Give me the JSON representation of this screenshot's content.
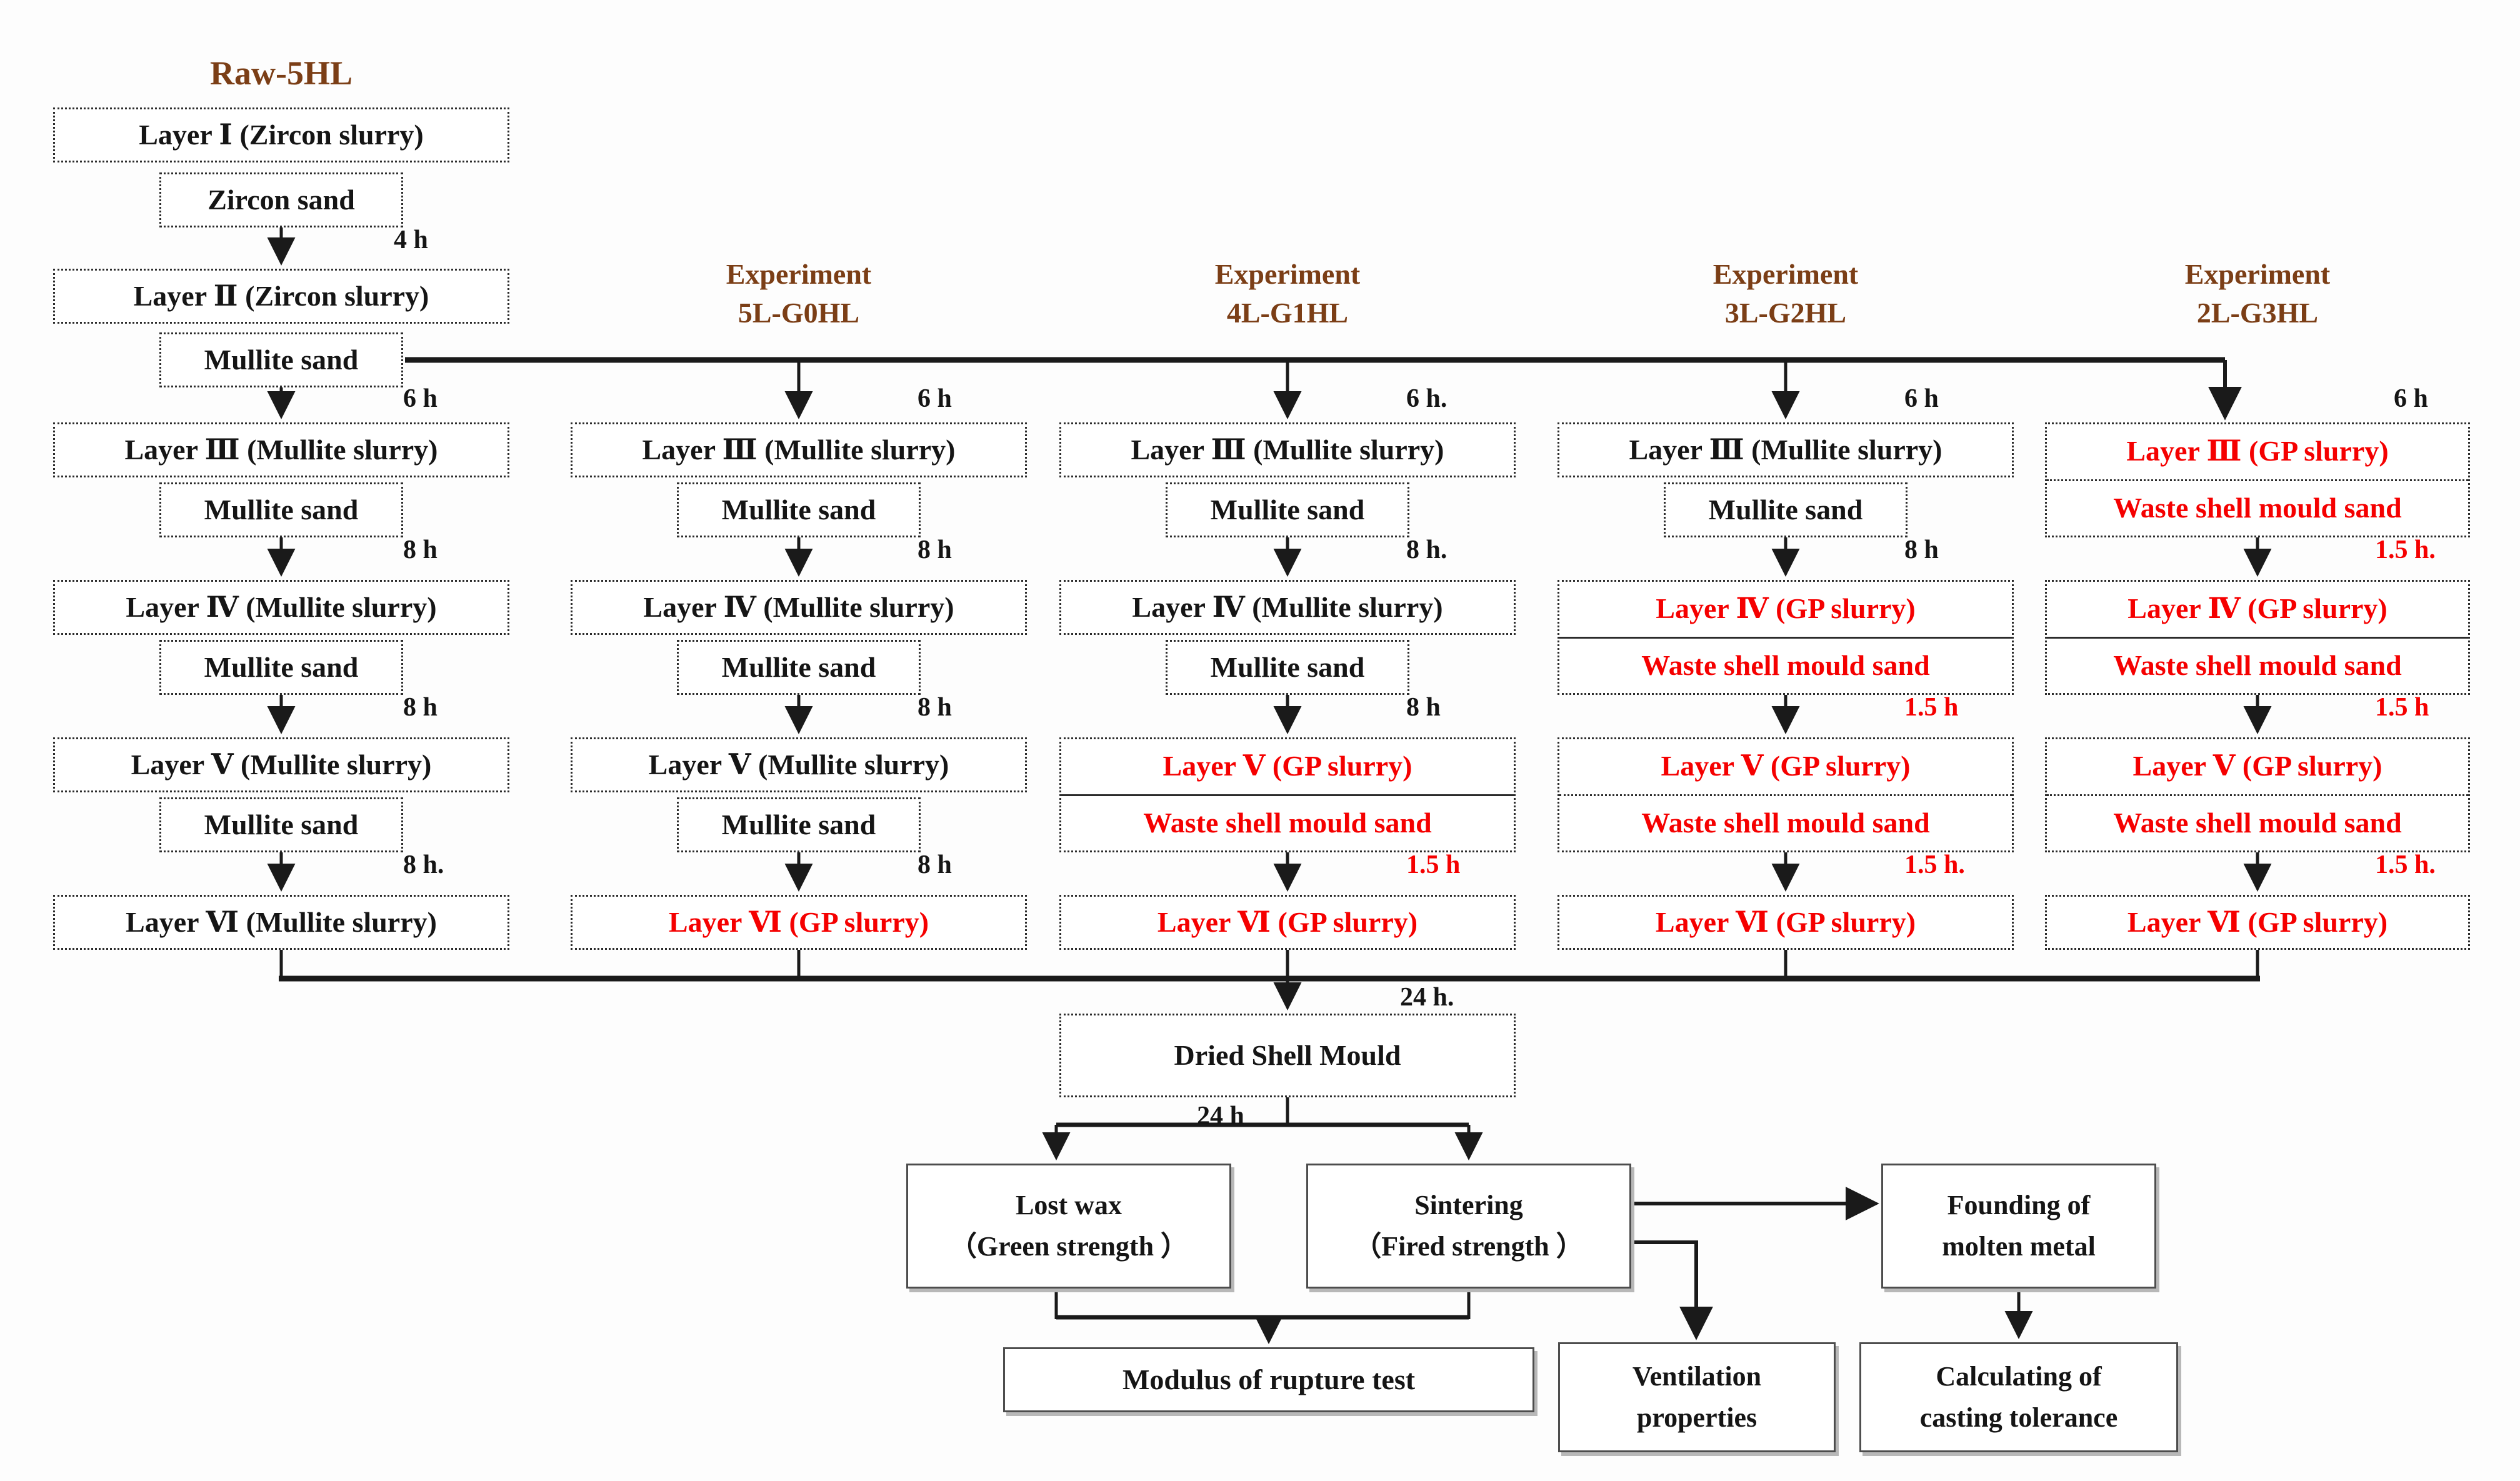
{
  "colors": {
    "accent_brown": "#7B3E16",
    "highlight_red": "#F50000",
    "line_black": "#1a1a1a"
  },
  "raw": {
    "title": "Raw-5HL",
    "layer1": "Layer Ⅰ (Zircon slurry)",
    "zircon_sand": "Zircon sand",
    "t_after_layer1": "4 h",
    "layer2": "Layer Ⅱ (Zircon slurry)",
    "mullite_sand2": "Mullite sand",
    "t_after_layer2": "6 h",
    "layer3": "Layer Ⅲ (Mullite slurry)",
    "mullite_sand3": "Mullite sand",
    "t_after_layer3": "8 h",
    "layer4": "Layer Ⅳ (Mullite slurry)",
    "mullite_sand4": "Mullite sand",
    "t_after_layer4": "8 h",
    "layer5": "Layer Ⅴ (Mullite slurry)",
    "mullite_sand5": "Mullite sand",
    "t_after_layer5": "8 h.",
    "layer6": "Layer Ⅵ (Mullite slurry)"
  },
  "exp_5l_g0hl": {
    "header_line1": "Experiment",
    "header_line2": "5L-G0HL",
    "t_start": "6 h",
    "layer3": "Layer Ⅲ (Mullite slurry)",
    "sand3": "Mullite sand",
    "t3": "8 h",
    "layer4": "Layer Ⅳ (Mullite slurry)",
    "sand4": "Mullite sand",
    "t4": "8 h",
    "layer5": "Layer Ⅴ (Mullite slurry)",
    "sand5": "Mullite sand",
    "t5": "8 h",
    "layer6": "Layer Ⅵ (GP slurry)"
  },
  "exp_4l_g1hl": {
    "header_line1": "Experiment",
    "header_line2": "4L-G1HL",
    "t_start": "6 h.",
    "layer3": "Layer Ⅲ (Mullite slurry)",
    "sand3": "Mullite sand",
    "t3": "8 h.",
    "layer4": "Layer Ⅳ (Mullite slurry)",
    "sand4": "Mullite sand",
    "t4": "8 h",
    "layer5": "Layer Ⅴ (GP slurry)",
    "waste5": "Waste shell mould sand",
    "t5": "1.5 h",
    "layer6": "Layer Ⅵ (GP slurry)"
  },
  "exp_3l_g2hl": {
    "header_line1": "Experiment",
    "header_line2": "3L-G2HL",
    "t_start": "6 h",
    "layer3": "Layer Ⅲ (Mullite slurry)",
    "sand3": "Mullite sand",
    "t3": "8 h",
    "layer4": "Layer Ⅳ (GP slurry)",
    "waste4": "Waste shell mould sand",
    "t4": "1.5 h",
    "layer5": "Layer Ⅴ (GP slurry)",
    "waste5": "Waste shell mould sand",
    "t5": "1.5 h.",
    "layer6": "Layer Ⅵ (GP slurry)"
  },
  "exp_2l_g3hl": {
    "header_line1": "Experiment",
    "header_line2": "2L-G3HL",
    "t_start": "6 h",
    "layer3": "Layer Ⅲ (GP slurry)",
    "waste3": "Waste shell mould sand",
    "t3": "1.5 h.",
    "layer4": "Layer Ⅳ (GP slurry)",
    "waste4": "Waste shell mould sand",
    "t4": "1.5 h",
    "layer5": "Layer Ⅴ (GP slurry)",
    "waste5": "Waste shell mould sand",
    "t5": "1.5 h.",
    "layer6": "Layer Ⅵ (GP slurry)"
  },
  "bottom": {
    "t_dry": "24 h.",
    "dried_shell_mould": "Dried Shell Mould",
    "t_split": "24 h",
    "lost_wax_line1": "Lost wax",
    "lost_wax_line2": "（Green strength ）",
    "sintering_line1": "Sintering",
    "sintering_line2": "（Fired strength ）",
    "modulus": "Modulus of rupture test",
    "ventilation_line1": "Ventilation",
    "ventilation_line2": "properties",
    "founding_line1": "Founding of",
    "founding_line2": "molten metal",
    "calculating_line1": "Calculating of",
    "calculating_line2": "casting tolerance"
  }
}
